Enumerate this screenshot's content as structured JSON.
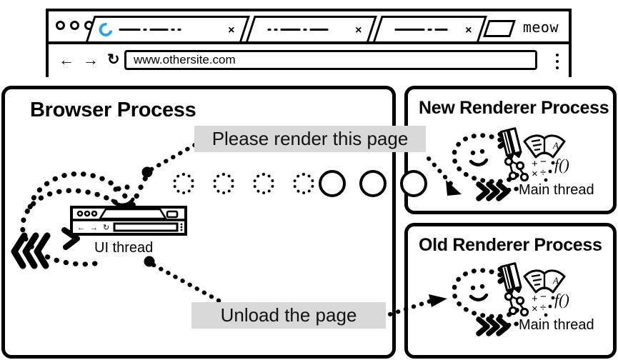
{
  "browser_chrome": {
    "window_controls": [
      "dot",
      "dot",
      "dot"
    ],
    "tabs": [
      {
        "title_placeholder": "dash-dot-dash",
        "loading": true,
        "close_label": "×"
      },
      {
        "title_placeholder": "dot-dash-dash",
        "loading": false,
        "close_label": "×"
      },
      {
        "title_placeholder": "dash-dash",
        "loading": false,
        "close_label": "×"
      }
    ],
    "new_tab_label": "+",
    "brand_label": "meow",
    "nav": {
      "back_glyph": "←",
      "forward_glyph": "→",
      "reload_glyph": "↻",
      "url_value": "www.othersite.com",
      "menu_label": "kebab-menu"
    }
  },
  "panels": {
    "browser_process": {
      "title": "Browser Process"
    },
    "new_renderer": {
      "title": "New Renderer Process"
    },
    "old_renderer": {
      "title": "Old Renderer Process"
    }
  },
  "messages": {
    "render_request": "Please render this page",
    "unload_request": "Unload the page",
    "background_color": "#D9D9D9"
  },
  "threads": {
    "ui_thread_label": "UI thread",
    "new_main_thread_label": "Main thread",
    "old_main_thread_label": "Main thread"
  },
  "ipc_circles": {
    "dotted_count": 4,
    "solid_count": 3,
    "description": "in-flight IPC messages travelling from browser UI thread to renderer"
  },
  "colors": {
    "ink": "#000000",
    "spinner_blue": "#2AA3E9",
    "label_gray": "#D9D9D9",
    "page_background": "#FFFFFF"
  }
}
